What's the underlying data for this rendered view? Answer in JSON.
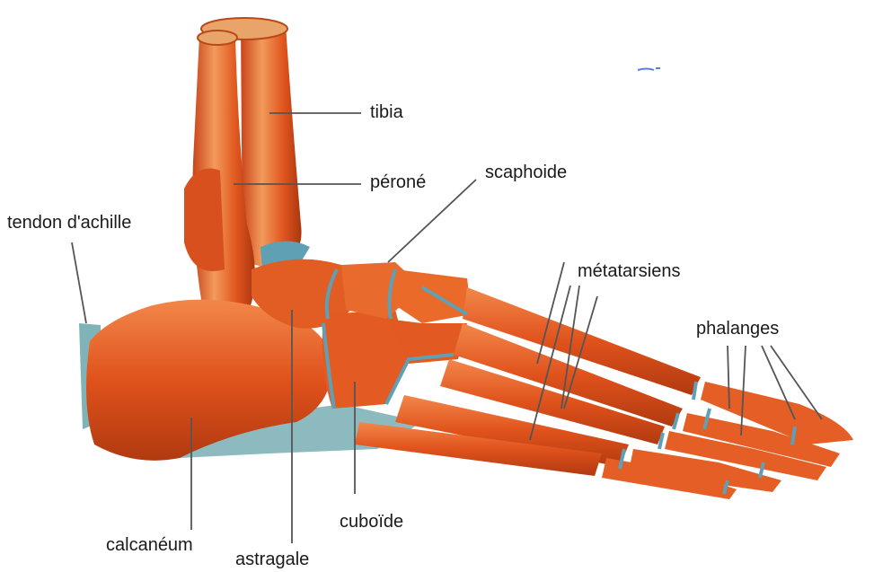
{
  "labels": {
    "tibia": "tibia",
    "perone": "péroné",
    "scaphoide": "scaphoide",
    "tendon": "tendon d'achille",
    "metatarsiens": "métatarsiens",
    "phalanges": "phalanges",
    "cuboide": "cuboïde",
    "calcaneum": "calcanéum",
    "astragale": "astragale"
  },
  "colors": {
    "bone": "#e0521c",
    "bone_light": "#f08a4e",
    "bone_dark": "#a8350f",
    "cartilage": "#5fa0b4",
    "tendon": "#7fb3b8",
    "line": "#555555"
  }
}
